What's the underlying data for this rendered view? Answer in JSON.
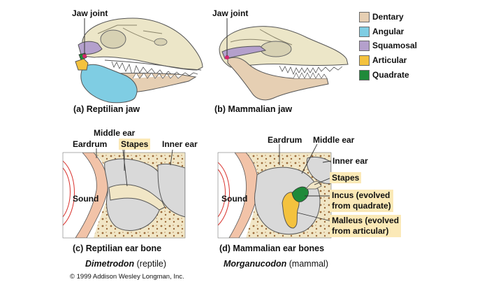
{
  "labels": {
    "jaw_joint_a": "Jaw joint",
    "jaw_joint_b": "Jaw joint",
    "caption_a": "(a) Reptilian jaw",
    "caption_b": "(b) Mammalian jaw",
    "eardrum_c": "Eardrum",
    "middle_ear_c": "Middle ear",
    "stapes_c": "Stapes",
    "inner_ear_c": "Inner ear",
    "sound_c": "Sound",
    "caption_c": "(c) Reptilian ear bone",
    "eardrum_d": "Eardrum",
    "middle_ear_d": "Middle ear",
    "inner_ear_d": "Inner ear",
    "stapes_d": "Stapes",
    "incus_line1": "Incus (evolved",
    "incus_line2": "from quadrate)",
    "malleus_line1": "Malleus (evolved",
    "malleus_line2": "from articular)",
    "sound_d": "Sound",
    "caption_d": "(d) Mammalian ear bones",
    "species_c_name": "Dimetrodon",
    "species_c_group": "(reptile)",
    "species_d_name": "Morganucodon",
    "species_d_group": "(mammal)",
    "copyright": "© 1999 Addison Wesley Longman, Inc."
  },
  "legend": [
    {
      "label": "Dentary",
      "color": "#e6cfb3"
    },
    {
      "label": "Angular",
      "color": "#7fcde3"
    },
    {
      "label": "Squamosal",
      "color": "#b4a0cc"
    },
    {
      "label": "Articular",
      "color": "#f4c23e"
    },
    {
      "label": "Quadrate",
      "color": "#1f8a3a"
    }
  ],
  "colors": {
    "skull": "#ece6c8",
    "bone_ear": "#f1e6c6",
    "cavity": "#d9d9d9",
    "jaw_joint_dot": "#d6246e",
    "highlight": "#fbe9b7",
    "sound_waves": "#d9302b"
  }
}
